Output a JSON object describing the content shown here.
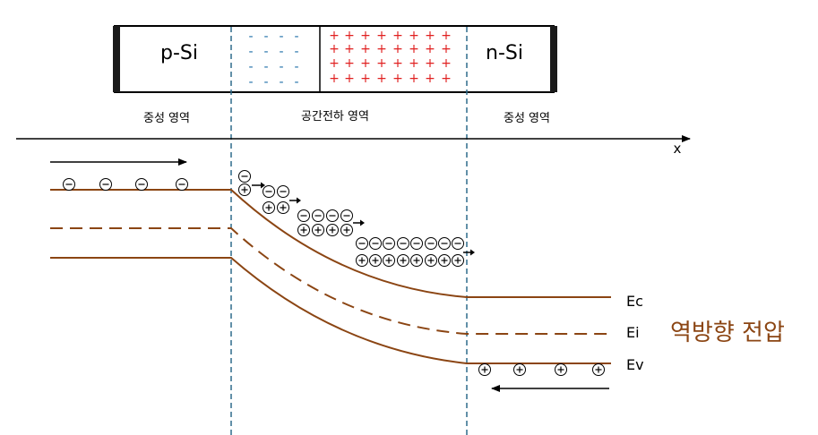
{
  "device": {
    "p_label": "p-Si",
    "n_label": "n-Si",
    "minus_sign": "-",
    "plus_sign": "+"
  },
  "regions": {
    "neutral_left": "중성 영역",
    "space_charge": "공간전하 영역",
    "neutral_right": "중성 영역"
  },
  "axis": {
    "x_label": "x"
  },
  "bands": {
    "ec": "Ec",
    "ei": "Ei",
    "ev": "Ev"
  },
  "bias_label": "역방향 전압",
  "colors": {
    "band": "#8B4513",
    "boundary": "#2E6C8C",
    "minus": "#1F6FA8",
    "plus": "#E02020",
    "bias": "#8B4513"
  }
}
